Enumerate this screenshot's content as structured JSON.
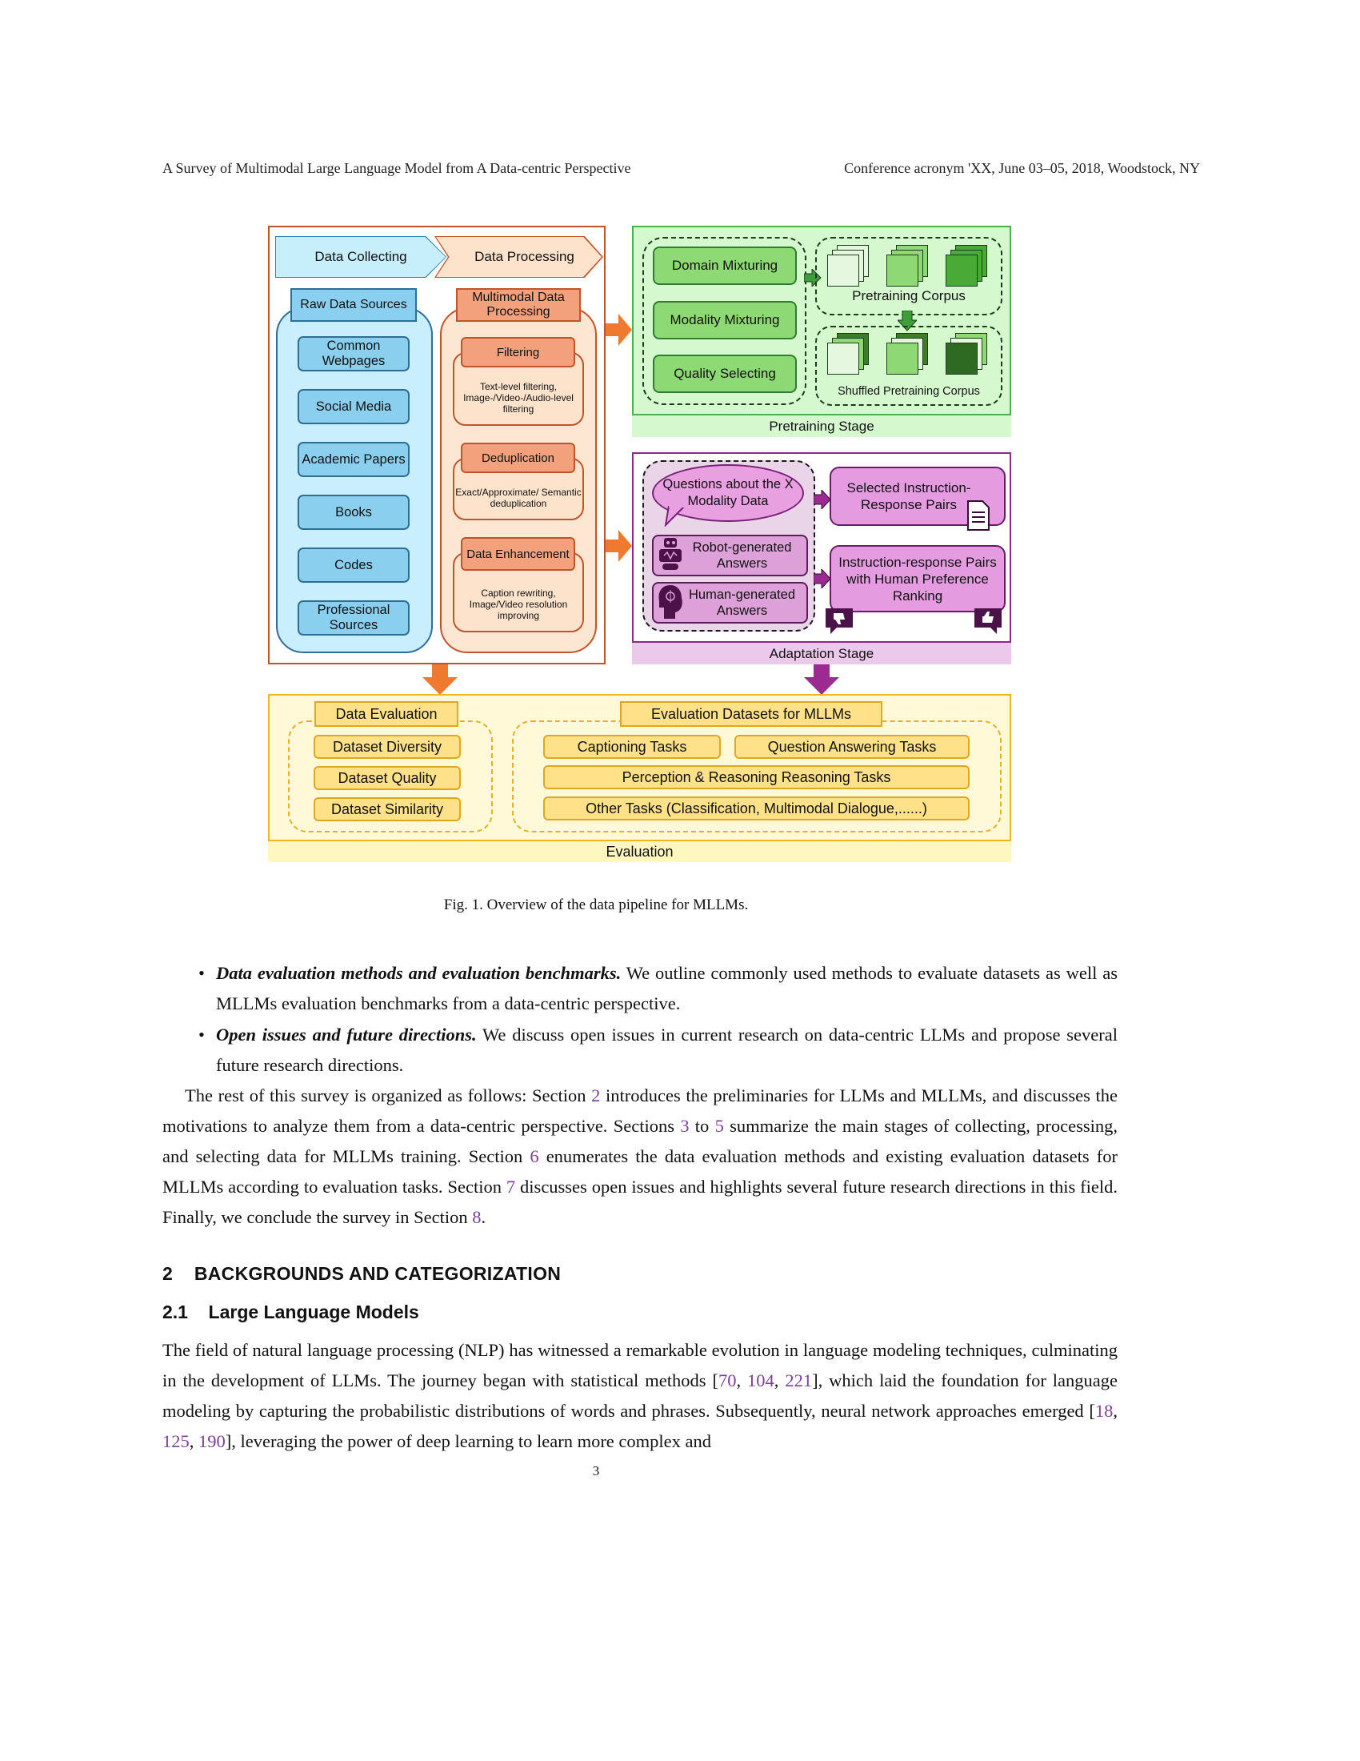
{
  "header": {
    "left": "A Survey of Multimodal Large Language Model from A Data-centric Perspective",
    "right": "Conference acronym 'XX, June 03–05, 2018, Woodstock, NY"
  },
  "figure": {
    "data_collecting": "Data Collecting",
    "data_processing": "Data Processing",
    "raw_head": "Raw Data Sources",
    "raw_items": [
      "Common Webpages",
      "Social Media",
      "Academic Papers",
      "Books",
      "Codes",
      "Professional Sources"
    ],
    "proc_head": "Multimodal Data Processing",
    "filtering_title": "Filtering",
    "filtering_desc": "Text-level filtering, Image-/Video-/Audio-level filtering",
    "dedup_title": "Deduplication",
    "dedup_desc": "Exact/Approximate/ Semantic deduplication",
    "enhance_title": "Data Enhancement",
    "enhance_desc": "Caption rewriting, Image/Video resolution improving",
    "pre_items": [
      "Domain Mixturing",
      "Modality Mixturing",
      "Quality Selecting"
    ],
    "pretraining_corpus": "Pretraining Corpus",
    "shuffled_corpus": "Shuffled Pretraining Corpus",
    "pretraining_stage": "Pretraining Stage",
    "questions": "Questions about the X Modality Data",
    "robot_answers": "Robot-generated Answers",
    "human_answers": "Human-generated Answers",
    "selected_pairs": "Selected Instruction-Response Pairs",
    "ranking_pairs": "Instruction-response Pairs with Human Preference Ranking",
    "adaptation_stage": "Adaptation Stage",
    "data_evaluation": "Data Evaluation",
    "eval_items": [
      "Dataset Diversity",
      "Dataset Quality",
      "Dataset Similarity"
    ],
    "eval_datasets": "Evaluation Datasets for MLLMs",
    "captioning": "Captioning Tasks",
    "qa": "Question Answering Tasks",
    "perception": "Perception & Reasoning Reasoning Tasks",
    "other_tasks": "Other Tasks (Classification, Multimodal Dialogue,......)",
    "evaluation": "Evaluation",
    "colors": {
      "orange": "#ee7a30",
      "purple": "#9b2a93",
      "green": "#3e9e3a"
    }
  },
  "caption": "Fig. 1.  Overview of the data pipeline for MLLMs.",
  "bullets": [
    {
      "title": "Data evaluation methods and evaluation benchmarks.",
      "text": " We outline commonly used methods to evaluate datasets as well as MLLMs evaluation benchmarks from a data-centric perspective."
    },
    {
      "title": "Open issues and future directions.",
      "text": " We discuss open issues in current research on data-centric LLMs and propose several future research directions."
    }
  ],
  "para1": {
    "a": "The rest of this survey is organized as follows: Section ",
    "r1": "2",
    "b": " introduces the preliminaries for LLMs and MLLMs, and discusses the motivations to analyze them from a data-centric perspective. Sections ",
    "r2": "3",
    "c": " to ",
    "r3": "5",
    "d": " summarize the main stages of collecting, processing, and selecting data for MLLMs training. Section ",
    "r4": "6",
    "e": " enumerates the data evaluation methods and existing evaluation datasets for MLLMs according to evaluation tasks. Section ",
    "r5": "7",
    "f": " discusses open issues and highlights several future research directions in this field. Finally, we conclude the survey in Section ",
    "r6": "8",
    "g": "."
  },
  "section_title": "2    BACKGROUNDS AND CATEGORIZATION",
  "subsection_title": "2.1    Large Language Models",
  "para2": {
    "a": "The field of natural language processing (NLP) has witnessed a remarkable evolution in language modeling techniques, culminating in the development of LLMs. The journey began with statistical methods [",
    "r1": "70",
    "s1": ", ",
    "r2": "104",
    "s2": ", ",
    "r3": "221",
    "b": "], which laid the foundation for language modeling by capturing the probabilistic distributions of words and phrases. Subsequently, neural network approaches emerged [",
    "r4": "18",
    "s3": ", ",
    "r5": "125",
    "s4": ", ",
    "r6": "190",
    "c": "], leveraging the power of deep learning to learn more complex and"
  },
  "page_number": "3"
}
